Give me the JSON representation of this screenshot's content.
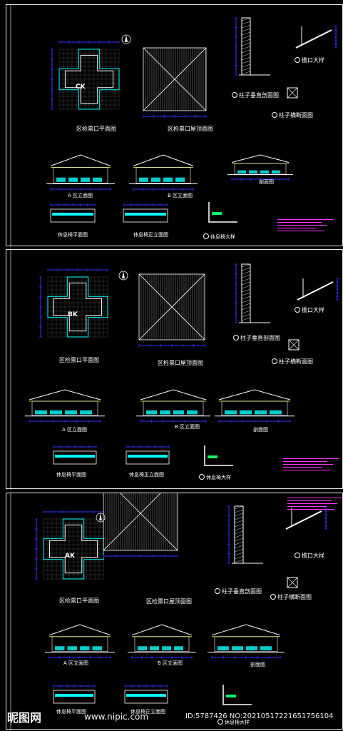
{
  "sheets": [
    {
      "code": "CK",
      "plan_title": "区检票口平面图",
      "roof_plan_title": "区检票口屋顶面图",
      "column_section_title": "柱子垂直剖面图",
      "column_cross_title": "柱子横断面图",
      "eave_title": "檐口大样",
      "elevation_1": "A 区立面图",
      "elevation_2": "B 区立面图",
      "section_title": "剖面图",
      "bench_plan": "休息椅平面图",
      "bench_elev": "休息椅正立面图",
      "bench_detail": "休息椅大样"
    },
    {
      "code": "BK",
      "plan_title": "区检票口平面图",
      "roof_plan_title": "区检票口屋顶面图",
      "column_section_title": "柱子垂直剖面图",
      "column_cross_title": "柱子横断面图",
      "eave_title": "檐口大样",
      "elevation_1": "A 区立面图",
      "elevation_2": "B 区立面图",
      "section_title": "剖面图",
      "bench_plan": "休息椅平面图",
      "bench_elev": "休息椅正立面图",
      "bench_detail": "休息椅大样"
    },
    {
      "code": "AK",
      "plan_title": "区检票口平面图",
      "roof_plan_title": "区检票口屋顶面图",
      "column_section_title": "柱子垂直剖面图",
      "column_cross_title": "柱子横断面图",
      "eave_title": "檐口大样",
      "elevation_1": "A 区立面图",
      "elevation_2": "B 区立面图",
      "section_title": "剖面图",
      "bench_plan": "休息椅平面图",
      "bench_elev": "休息椅正立面图",
      "bench_detail": "休息椅大样"
    }
  ],
  "watermark": {
    "logo_text": "昵图网",
    "url": "www.nipic.com",
    "image_id": "ID:5787426 NO:20210517221651756104"
  },
  "colors": {
    "background": "#000000",
    "dimension_blue": "#3333ff",
    "cyan": "#00ffff",
    "magenta": "#ff33ff",
    "white": "#ffffff",
    "yellow": "#ffff00",
    "green": "#00ff66"
  }
}
